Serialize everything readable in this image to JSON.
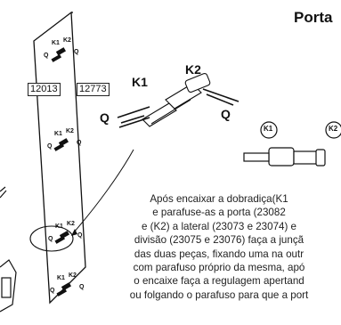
{
  "header": {
    "title_partial": "Porta"
  },
  "labels": {
    "part_code_a": "12013",
    "part_code_b": "12773",
    "k1": "K1",
    "k2": "K2",
    "q": "Q",
    "detail_k1": "K1",
    "detail_k2": "K2"
  },
  "instructions": {
    "lines": [
      "Após encaixar a dobradiça(K1",
      "e parafuse-as a porta (23082",
      "e (K2) a lateral (23073 e 23074) e",
      "divisão (23075 e 23076) faça a junçã",
      "das duas peças, fixando uma na outr",
      "com parafuso próprio da mesma,  apó",
      "o encaixe faça a regulagem apertand",
      "ou folgando o parafuso para que a port"
    ]
  }
}
